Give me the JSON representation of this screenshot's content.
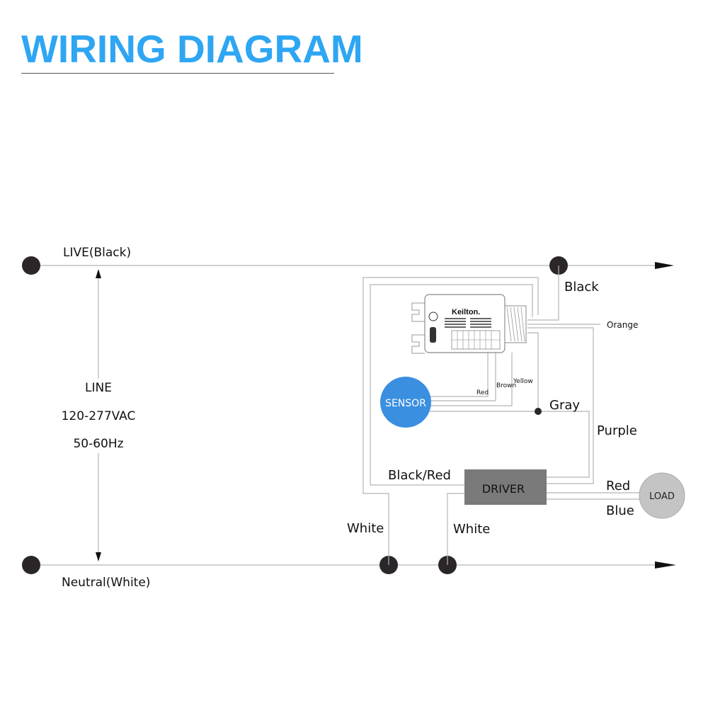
{
  "title": "WIRING DIAGRAM",
  "colors": {
    "title": "#2ea6f3",
    "wire": "#b3b3b3",
    "node": "#2b2629",
    "sensor": "#3b8fe0",
    "driver": "#7a7a7a",
    "load": "#c4c4c4"
  },
  "lines": {
    "live": "LIVE(Black)",
    "neutral": "Neutral(White)"
  },
  "line_spec": {
    "label": "LINE",
    "voltage": "120-277VAC",
    "frequency": "50-60Hz"
  },
  "controller": {
    "brand": "Keilton."
  },
  "components": {
    "sensor": "SENSOR",
    "driver": "DRIVER",
    "load": "LOAD"
  },
  "wire_labels": {
    "black": "Black",
    "orange": "Orange",
    "red_sensor": "Red",
    "brown": "Brown",
    "yellow": "Yellow",
    "gray": "Gray",
    "purple": "Purple",
    "black_red": "Black/Red",
    "red_load": "Red",
    "blue_load": "Blue",
    "white_left": "White",
    "white_right": "White"
  }
}
